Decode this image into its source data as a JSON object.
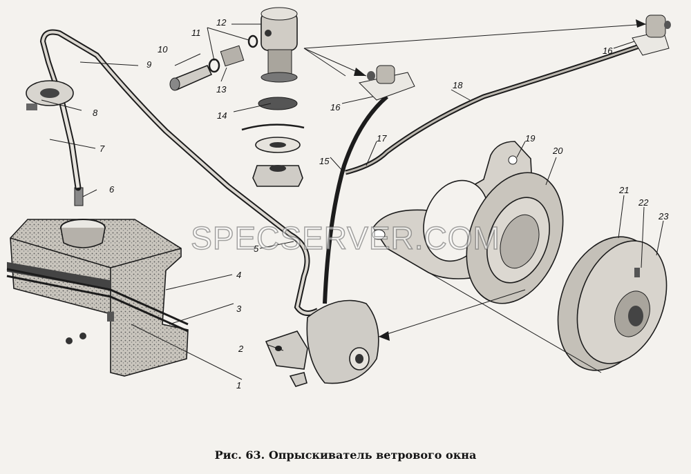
{
  "caption": "Рис. 63. Опрыскиватель ветрового окна",
  "watermark": "SPECSERVER.COM",
  "labels": [
    "1",
    "2",
    "3",
    "4",
    "5",
    "6",
    "7",
    "8",
    "9",
    "10",
    "11",
    "12",
    "13",
    "14",
    "15",
    "16",
    "16",
    "17",
    "18",
    "19",
    "20",
    "21",
    "22",
    "23"
  ]
}
